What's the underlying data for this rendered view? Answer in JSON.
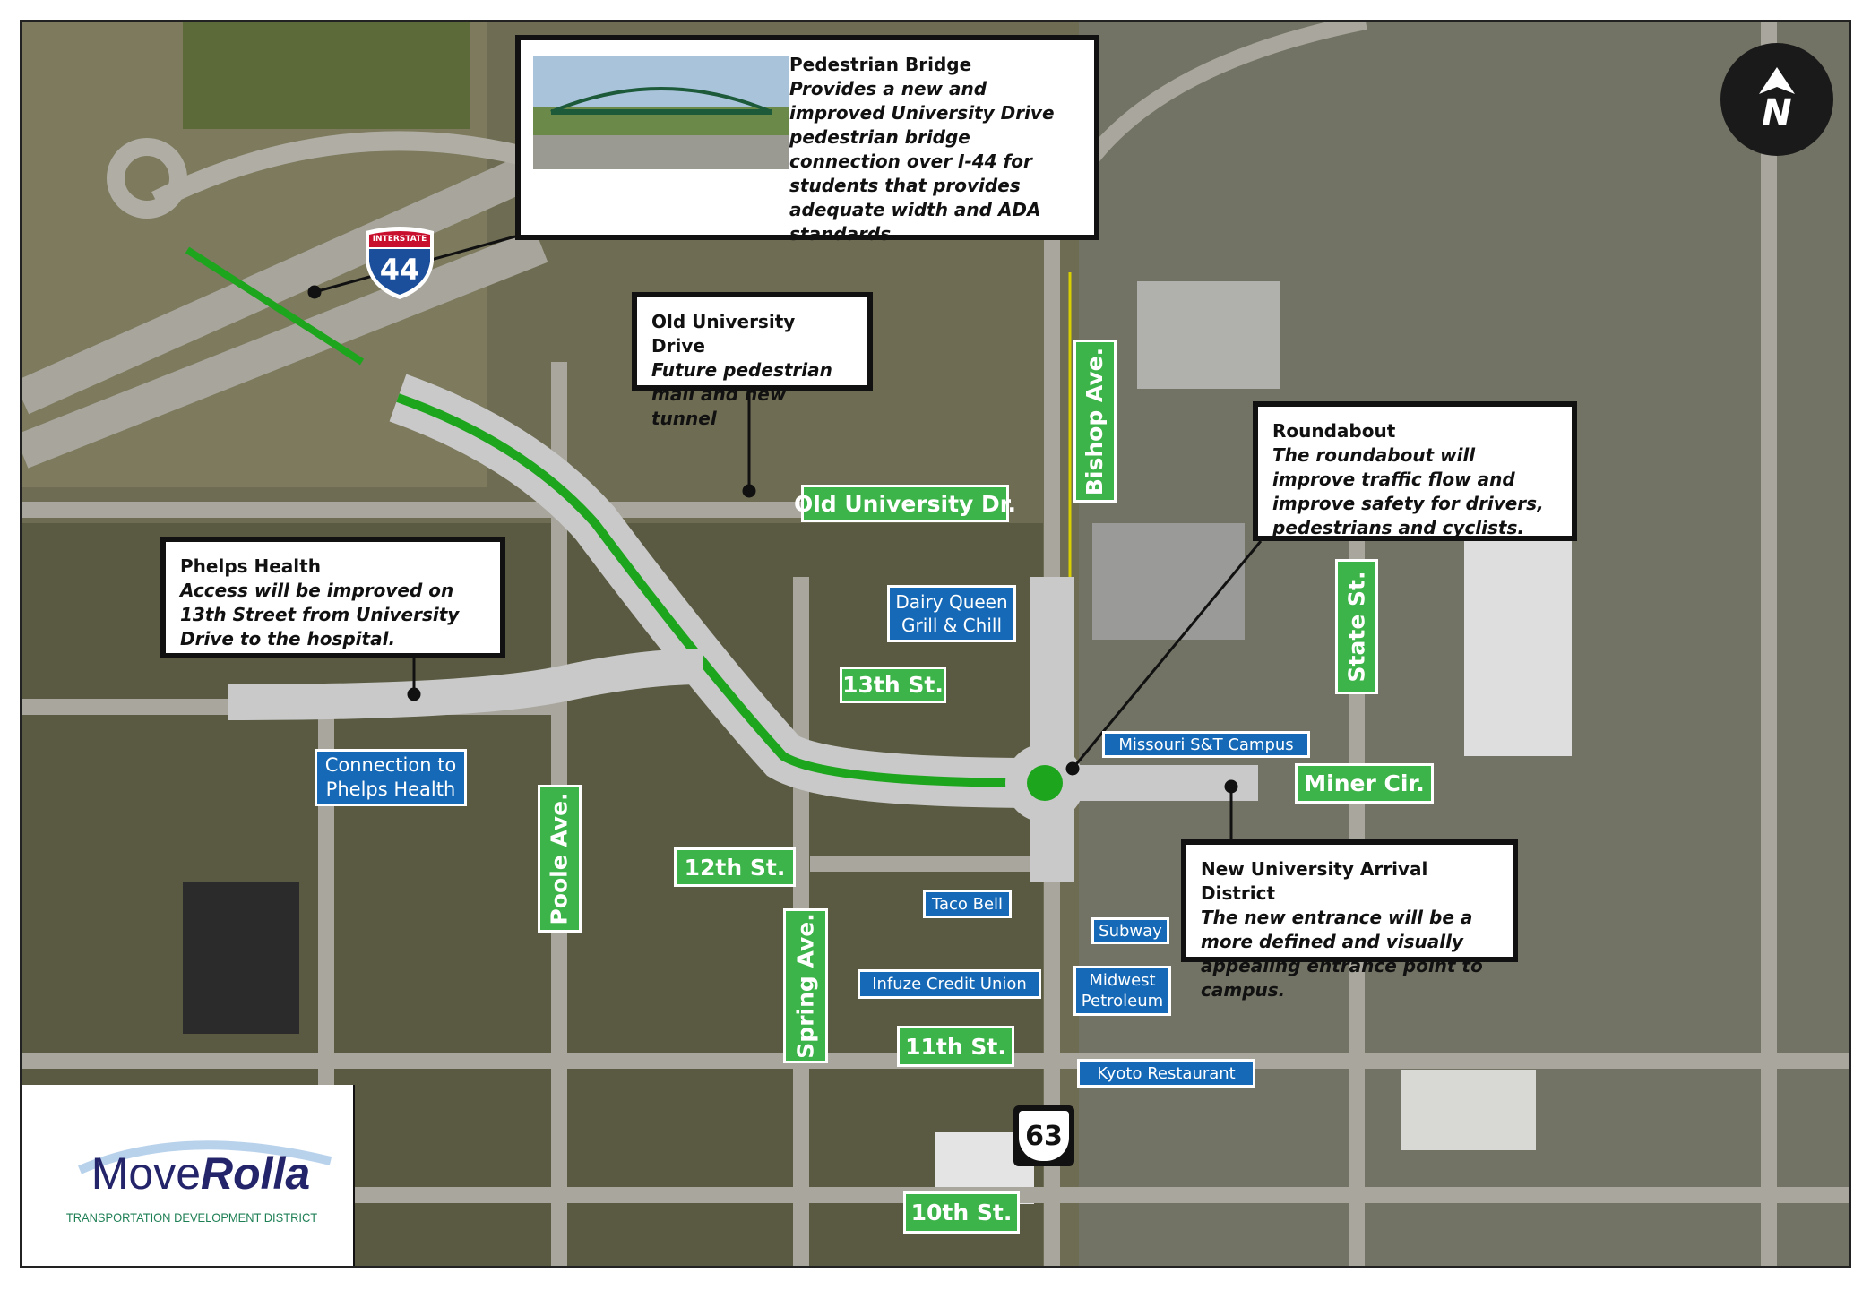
{
  "callouts": {
    "pedestrian_bridge": {
      "title": "Pedestrian Bridge",
      "desc": "Provides a new and improved University Drive pedestrian bridge connection over I-44 for students that provides adequate width and ADA standards."
    },
    "old_university": {
      "title": "Old University Drive",
      "desc": "Future pedestrian mall and new tunnel"
    },
    "phelps_health": {
      "title": "Phelps Health",
      "desc": "Access will be improved on 13th Street from University Drive to the hospital."
    },
    "roundabout": {
      "title": "Roundabout",
      "desc": "The roundabout will improve traffic flow and improve safety for drivers, pedestrians and cyclists."
    },
    "arrival": {
      "title": "New University Arrival District",
      "desc": "The new entrance will be a more defined and visually appealing entrance point to campus."
    }
  },
  "street_labels": {
    "old_university_dr": "Old University Dr.",
    "bishop_ave": "Bishop Ave.",
    "state_st": "State St.",
    "miner_cir": "Miner Cir.",
    "13th_st": "13th St.",
    "12th_st": "12th St.",
    "poole_ave": "Poole Ave.",
    "spring_ave": "Spring Ave.",
    "11th_st": "11th St.",
    "10th_st": "10th St."
  },
  "place_labels": {
    "phelps_connection": [
      "Connection to",
      "Phelps Health"
    ],
    "dairy_queen": [
      "Dairy Queen",
      "Grill & Chill"
    ],
    "campus": "Missouri S&T Campus",
    "taco_bell": "Taco Bell",
    "subway": "Subway",
    "infuze": "Infuze Credit Union",
    "midwest": [
      "Midwest",
      "Petroleum"
    ],
    "kyoto": "Kyoto Restaurant"
  },
  "shields": {
    "interstate_top": "INTERSTATE",
    "interstate": "44",
    "us_route": "63"
  },
  "north_arrow": "N",
  "logo": {
    "name_a": "Move",
    "name_b": "Rolla",
    "tagline": "TRANSPORTATION DEVELOPMENT DISTRICT"
  },
  "colors": {
    "label_green": "#3db449",
    "label_blue": "#1669b6",
    "road_green": "#1ea51e"
  }
}
